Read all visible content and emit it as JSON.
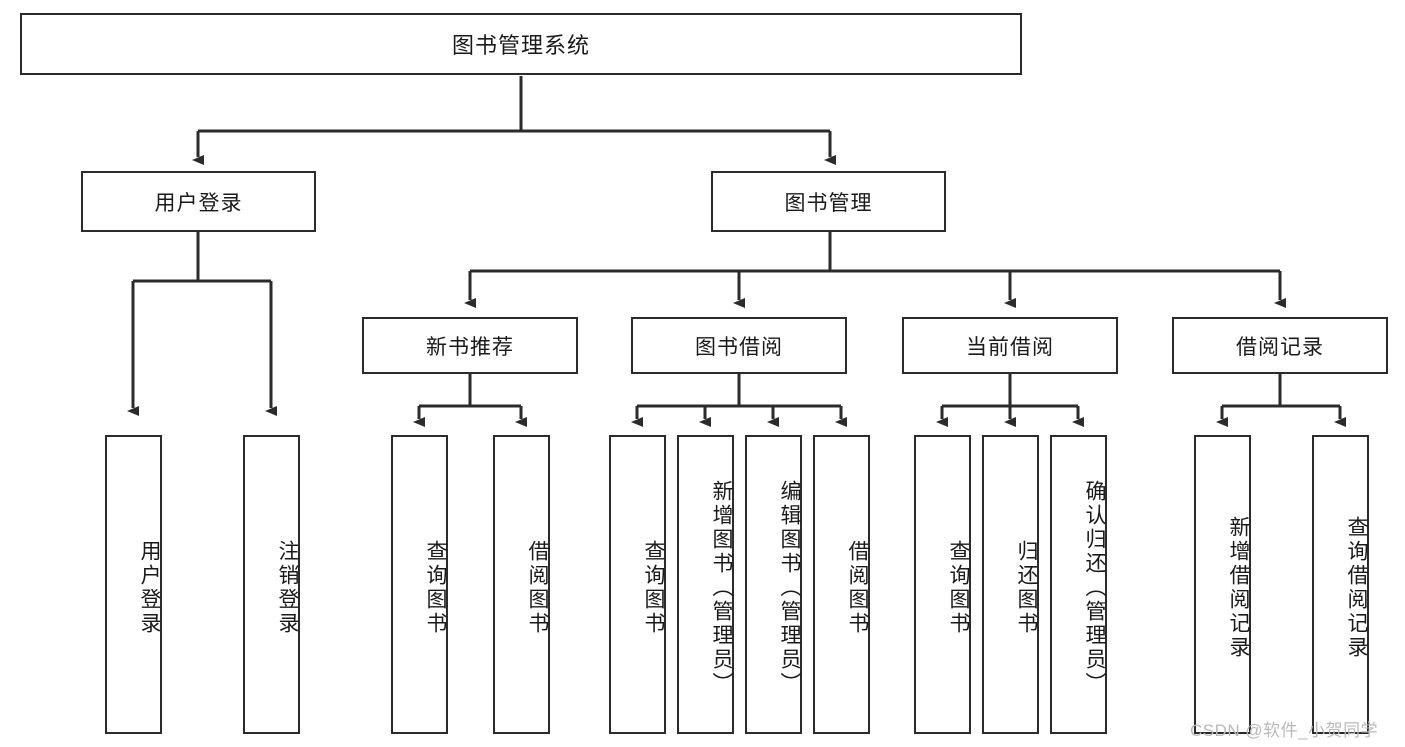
{
  "diagram": {
    "title": "图书管理系统",
    "type": "hierarchy-tree",
    "root": {
      "label": "图书管理系统"
    },
    "level2": [
      {
        "label": "用户登录"
      },
      {
        "label": "图书管理"
      }
    ],
    "level3": [
      {
        "label": "新书推荐"
      },
      {
        "label": "图书借阅"
      },
      {
        "label": "当前借阅"
      },
      {
        "label": "借阅记录"
      }
    ],
    "leaves": {
      "user_login": [
        {
          "label": "用户登录"
        },
        {
          "label": "注销登录"
        }
      ],
      "new_book": [
        {
          "label": "查询图书"
        },
        {
          "label": "借阅图书"
        }
      ],
      "book_borrow": [
        {
          "label": "查询图书"
        },
        {
          "label": "新增图书（管理员）"
        },
        {
          "label": "编辑图书（管理员）"
        },
        {
          "label": "借阅图书"
        }
      ],
      "current_borrow": [
        {
          "label": "查询图书"
        },
        {
          "label": "归还图书"
        },
        {
          "label": "确认归还（管理员）"
        }
      ],
      "borrow_record": [
        {
          "label": "新增借阅记录"
        },
        {
          "label": "查询借阅记录"
        }
      ]
    }
  },
  "watermark": {
    "text": "CSDN @软件_小贺同学"
  },
  "colors": {
    "stroke": "#2b2b2b",
    "fill": "#ffffff",
    "text": "#1a1a1a",
    "watermark": "#b9b9b9"
  }
}
